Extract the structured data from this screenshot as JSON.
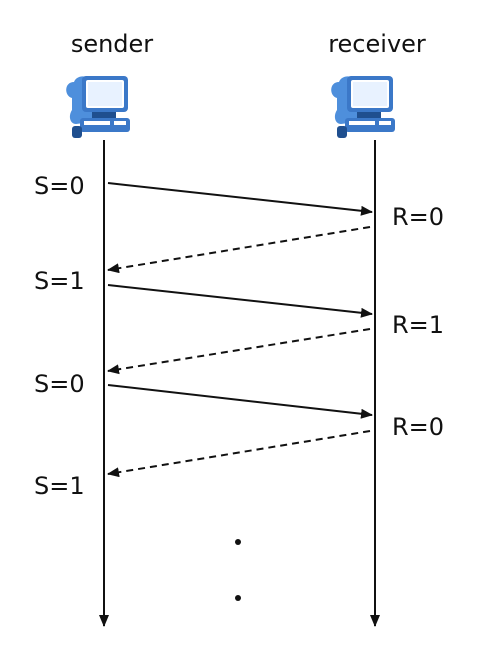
{
  "sender": {
    "label": "sender",
    "icon": "computer-icon",
    "sequence_labels": [
      "S=0",
      "S=1",
      "S=0",
      "S=1"
    ]
  },
  "receiver": {
    "label": "receiver",
    "icon": "computer-icon",
    "sequence_labels": [
      "R=0",
      "R=1",
      "R=0"
    ]
  },
  "messages": [
    {
      "type": "data",
      "direction": "sender-to-receiver",
      "line_style": "solid"
    },
    {
      "type": "ack",
      "direction": "receiver-to-sender",
      "line_style": "dashed"
    },
    {
      "type": "data",
      "direction": "sender-to-receiver",
      "line_style": "solid"
    },
    {
      "type": "ack",
      "direction": "receiver-to-sender",
      "line_style": "dashed"
    },
    {
      "type": "data",
      "direction": "sender-to-receiver",
      "line_style": "solid"
    },
    {
      "type": "ack",
      "direction": "receiver-to-sender",
      "line_style": "dashed"
    }
  ],
  "continuation_dots": 2,
  "colors": {
    "line": "#111111",
    "icon_blue": "#3b78c8",
    "icon_dark": "#1f4f8f"
  }
}
